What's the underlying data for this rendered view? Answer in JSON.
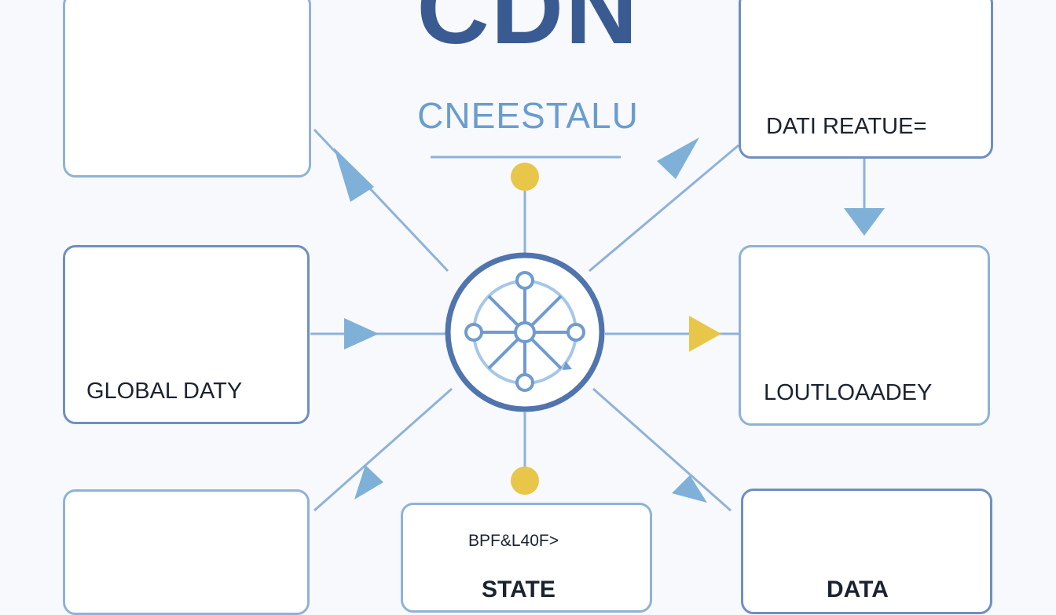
{
  "title": "CDN",
  "subtitle": "CNEESTALU",
  "nodes": {
    "top_right": {
      "label": "DATI REATUE="
    },
    "mid_left": {
      "label": "GLOBAL DATY"
    },
    "mid_right": {
      "label": "LOUTLOAADEY"
    },
    "bottom_center": {
      "label": "BPF&L40F>",
      "sublabel": "STATE"
    },
    "bottom_right": {
      "label": "DATA"
    }
  },
  "colors": {
    "primary_dark": "#3a5b92",
    "accent_light": "#6a9dcf",
    "line": "#8fb2d8",
    "arrow": "#7fb0d8",
    "highlight_yellow": "#e8c64a"
  }
}
